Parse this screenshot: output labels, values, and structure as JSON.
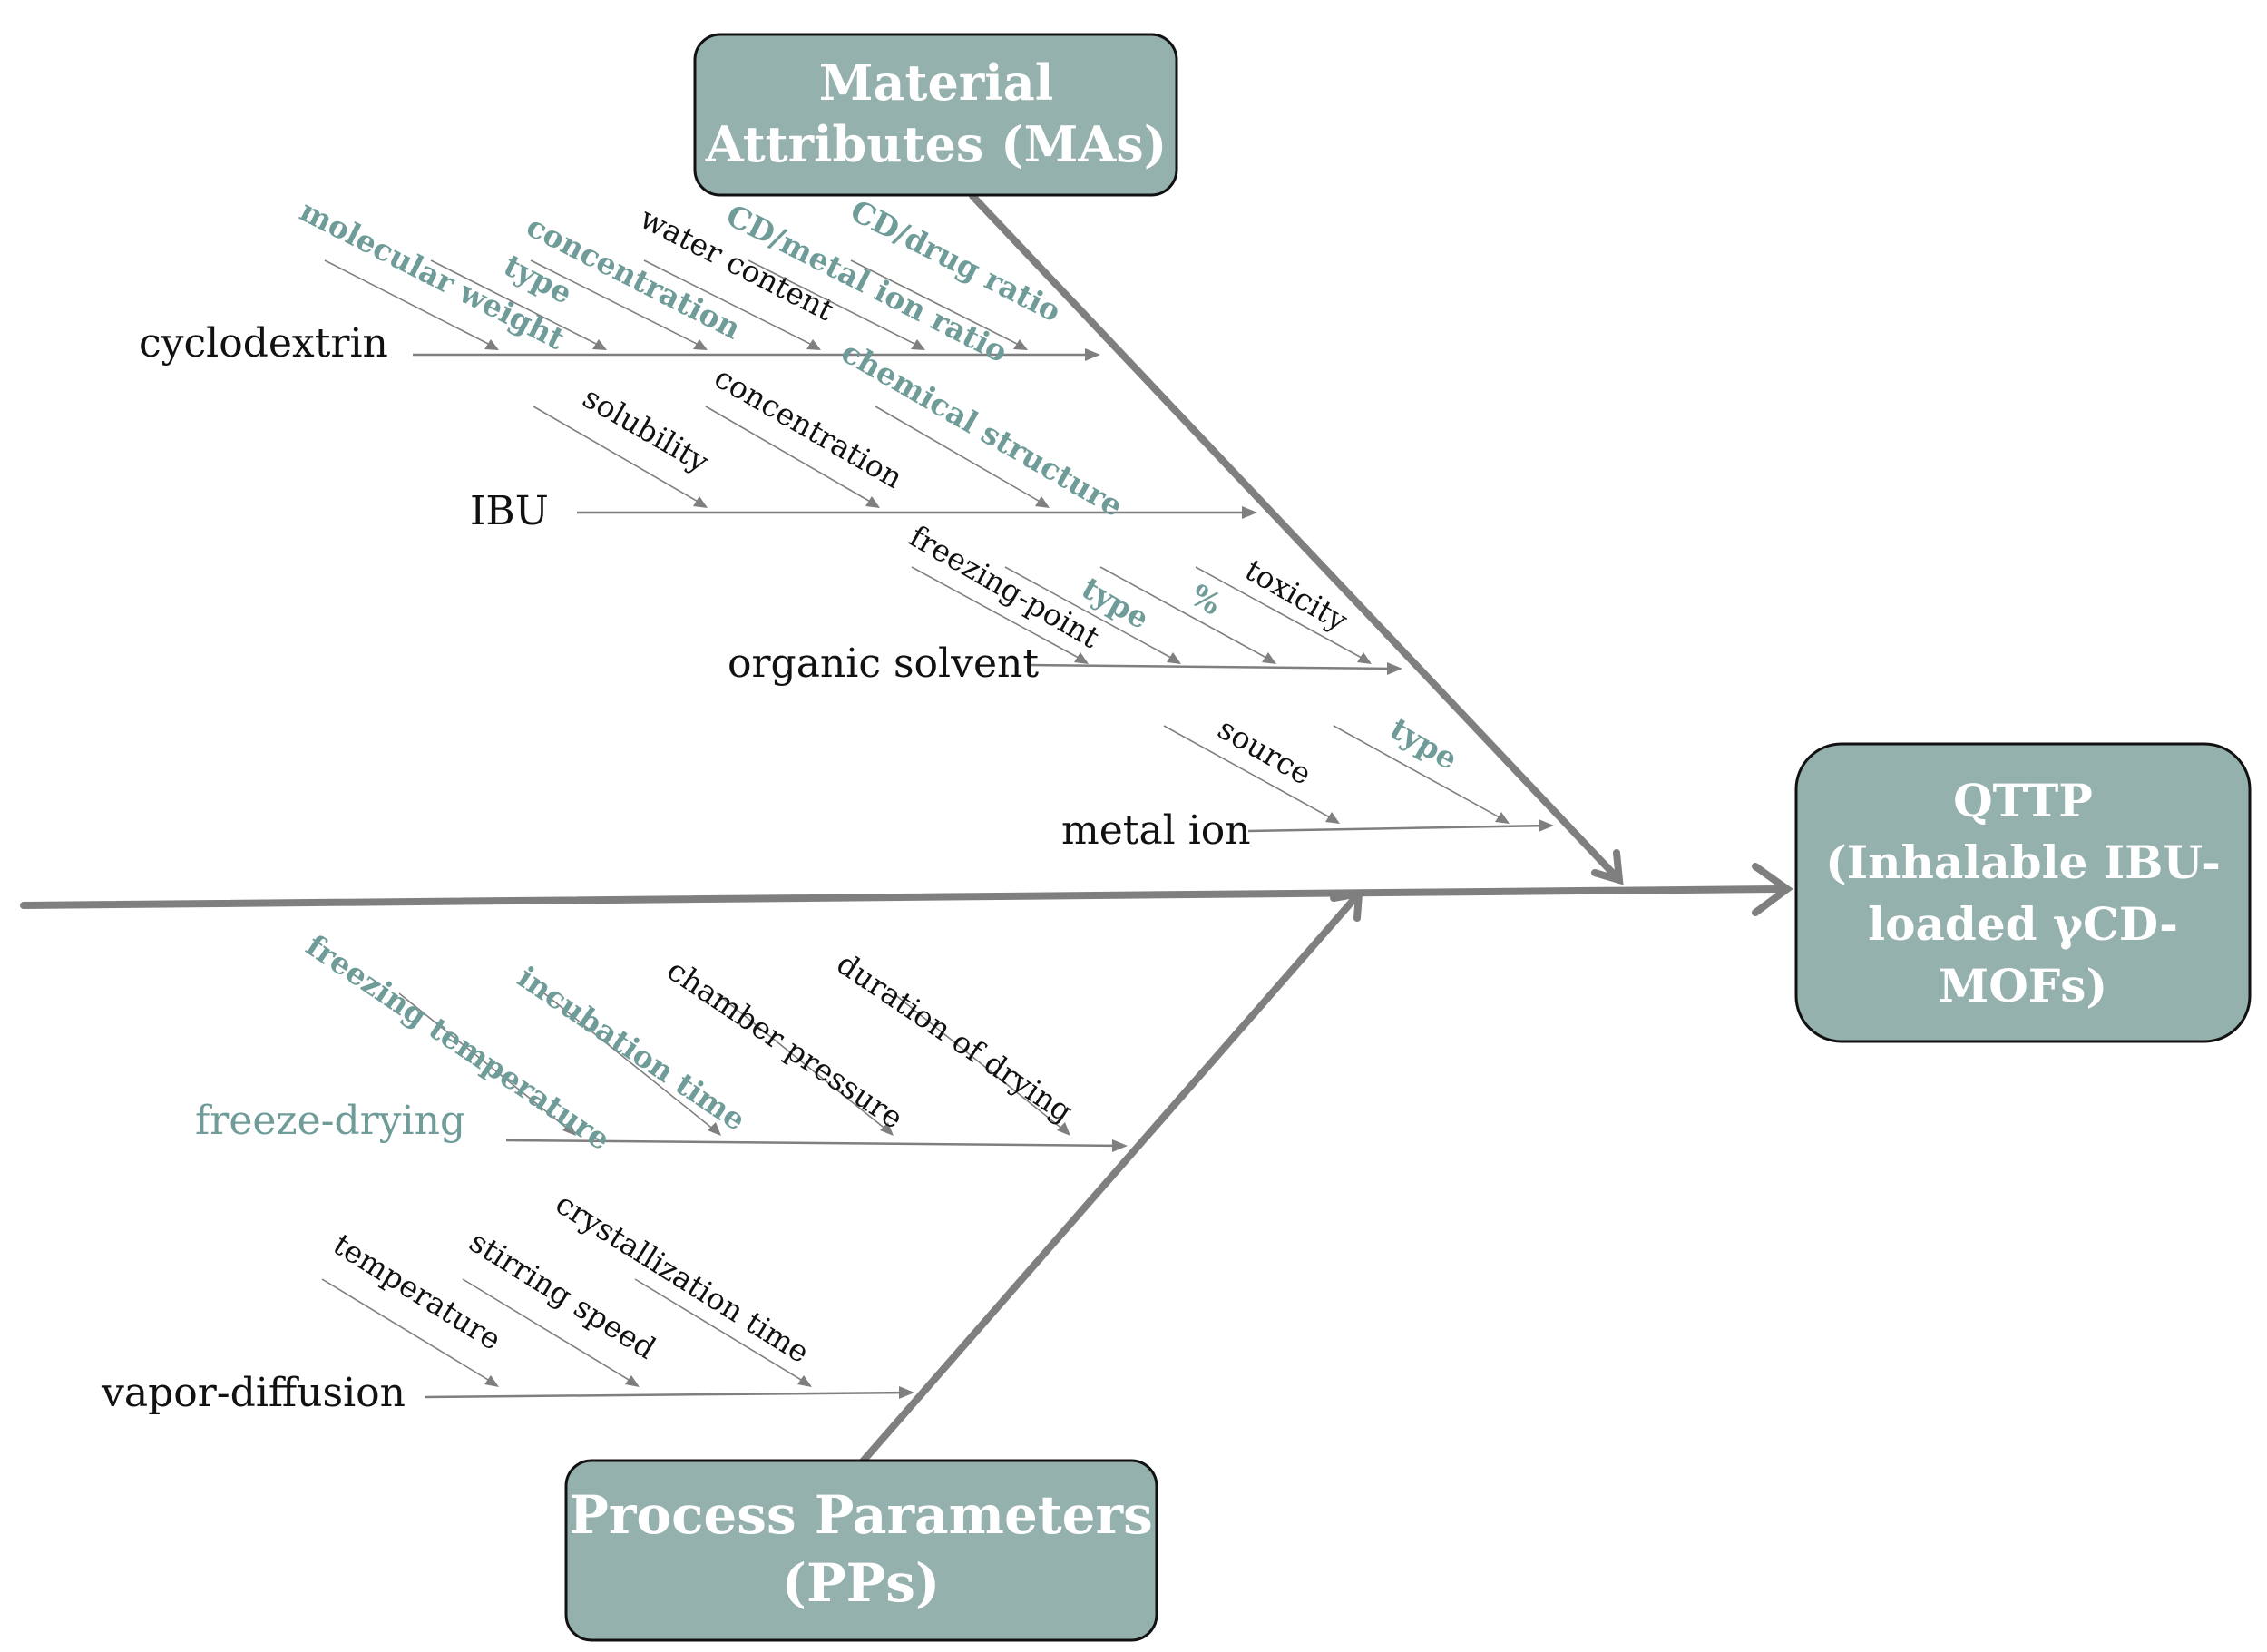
{
  "boxes": {
    "materials": [
      "Material",
      "Attributes (MAs)"
    ],
    "process": [
      "Process Parameters",
      "(PPs)"
    ],
    "qttp": [
      "QTTP",
      "(Inhalable IBU-",
      "loaded γCD-",
      "MOFs)"
    ]
  },
  "materials": {
    "cyclodextrin": {
      "label": "cyclodextrin",
      "factors": [
        {
          "text": "molecular weight",
          "highlight": true
        },
        {
          "text": "type",
          "highlight": true
        },
        {
          "text": "concentration",
          "highlight": true
        },
        {
          "text": "water content",
          "highlight": false
        },
        {
          "text": "CD/metal ion ratio",
          "highlight": true
        },
        {
          "text": "CD/drug ratio",
          "highlight": true
        }
      ]
    },
    "ibu": {
      "label": "IBU",
      "factors": [
        {
          "text": "solubility",
          "highlight": false
        },
        {
          "text": "concentration",
          "highlight": false
        },
        {
          "text": "chemical structure",
          "highlight": true
        }
      ]
    },
    "organic_solvent": {
      "label": "organic solvent",
      "factors": [
        {
          "text": "freezing-point",
          "highlight": false
        },
        {
          "text": "type",
          "highlight": true
        },
        {
          "text": "%",
          "highlight": true
        },
        {
          "text": "toxicity",
          "highlight": false
        }
      ]
    },
    "metal_ion": {
      "label": "metal ion",
      "factors": [
        {
          "text": "source",
          "highlight": false
        },
        {
          "text": "type",
          "highlight": true
        }
      ]
    }
  },
  "process": {
    "freeze_drying": {
      "label": "freeze-drying",
      "highlight": true,
      "factors": [
        {
          "text": "freezing temperature",
          "highlight": true
        },
        {
          "text": "incubation time",
          "highlight": true
        },
        {
          "text": "chamber pressure",
          "highlight": false
        },
        {
          "text": "duration of drying",
          "highlight": false
        }
      ]
    },
    "vapor_diffusion": {
      "label": "vapor-diffusion",
      "factors": [
        {
          "text": "temperature",
          "highlight": false
        },
        {
          "text": "stirring speed",
          "highlight": false
        },
        {
          "text": "crystallization time",
          "highlight": false
        }
      ]
    }
  },
  "colors": {
    "box_fill": "#95b1ae",
    "highlight_text": "#6f9c98",
    "line": "#7f7f7f"
  }
}
